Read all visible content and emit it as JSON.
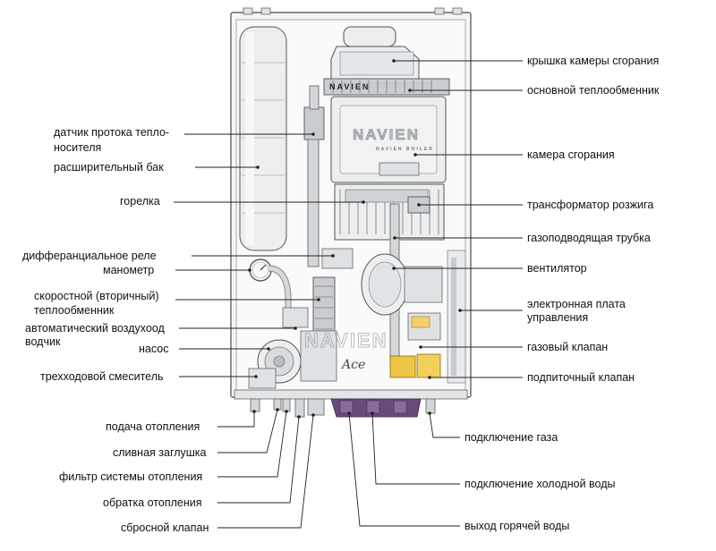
{
  "labels": {
    "right": {
      "combustion_cover": "крышка камеры сгорания",
      "main_heat_exchanger": "основной теплообменник",
      "combustion_chamber": "камера сгорания",
      "ignition_transformer": "трансформатор розжига",
      "gas_supply_tube": "газоподводящая трубка",
      "fan": "вентилятор",
      "control_board_line1": "электронная плата",
      "control_board_line2": "управления",
      "gas_valve": "газовый клапан",
      "makeup_valve": "подпиточный клапан"
    },
    "left": {
      "flow_sensor_line1": "датчик протока тепло-",
      "flow_sensor_line2": "носителя",
      "expansion_tank": "расширительный бак",
      "burner": "горелка",
      "diff_relay": "дифферанциальное реле",
      "manometer": "манометр",
      "secondary_hx_line1": "скоростной (вторичный)",
      "secondary_hx_line2": "теплообменник",
      "air_vent_line1": "автоматический воздухоод",
      "air_vent_line2": "водчик",
      "pump": "насос",
      "three_way_mixer": "трехходовой смеситель"
    },
    "bottom": {
      "heating_supply": "подача отопления",
      "drain_plug": "сливная заглушка",
      "heating_filter": "фильтр системы отопления",
      "heating_return": "обратка отопления",
      "relief_valve": "сбросной клапан",
      "gas_connection": "подключение газа",
      "cold_water": "подключение холодной воды",
      "hot_water_outlet": "выход горячей воды"
    }
  },
  "device": {
    "brand_front": "NAVIEN",
    "brand_sub": "NAVIEN BOILER",
    "brand_top": "NAVIEN",
    "brand_watermark": "NAVIEN",
    "model_script": "Ace"
  }
}
